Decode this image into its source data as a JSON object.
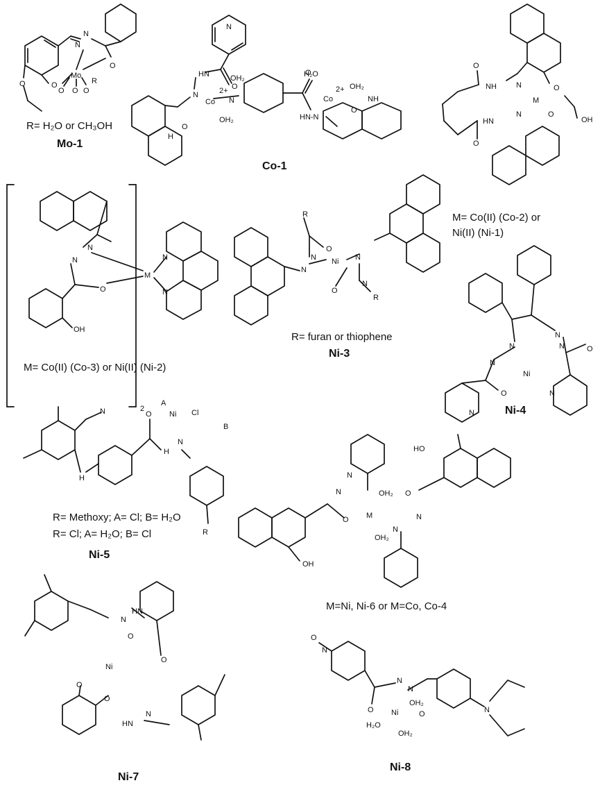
{
  "captions": {
    "mo1": "R= H₂O or CH₃OH",
    "co2ni1_line1": "M=   Co(II)   (Co-2)   or",
    "co2ni1_line2": "Ni(II) (Ni-1)",
    "co3ni2": "M= Co(II) (Co-3) or Ni(II) (Ni-2)",
    "ni3": "R= furan or thiophene",
    "ni5_line1": "R= Methoxy; A= Cl; B= H₂O",
    "ni5_line2": "R= Cl; A= H₂O; B= Cl",
    "ni6co4": "M=Ni, Ni-6 or M=Co, Co-4"
  },
  "labels": {
    "mo1": "Mo-1",
    "co1": "Co-1",
    "ni3": "Ni-3",
    "ni4": "Ni-4",
    "ni5": "Ni-5",
    "ni7": "Ni-7",
    "ni8": "Ni-8"
  },
  "atoms": {
    "N": "N",
    "O": "O",
    "H": "H",
    "NH": "NH",
    "HN": "HN",
    "HN_N": "HN-N",
    "OH": "OH",
    "HO": "HO",
    "OH2": "OH₂",
    "H2O": "H₂O",
    "R": "R",
    "M": "M",
    "Mo": "Mo",
    "Co": "Co",
    "Ni": "Ni",
    "Cl": "Cl",
    "A": "A",
    "B": "B",
    "charge": "2+",
    "subscript2": "2",
    "N_oxide": "N"
  }
}
